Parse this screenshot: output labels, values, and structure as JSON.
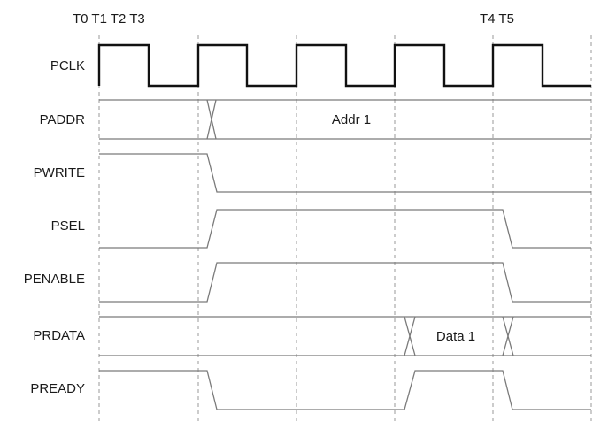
{
  "diagram": {
    "time_labels_left": "T0 T1 T2 T3",
    "time_labels_right": "T4 T5",
    "signals": [
      {
        "name": "PCLK"
      },
      {
        "name": "PADDR",
        "bus_value": "Addr 1"
      },
      {
        "name": "PWRITE"
      },
      {
        "name": "PSEL"
      },
      {
        "name": "PENABLE"
      },
      {
        "name": "PRDATA",
        "bus_value": "Data 1"
      },
      {
        "name": "PREADY"
      }
    ]
  }
}
